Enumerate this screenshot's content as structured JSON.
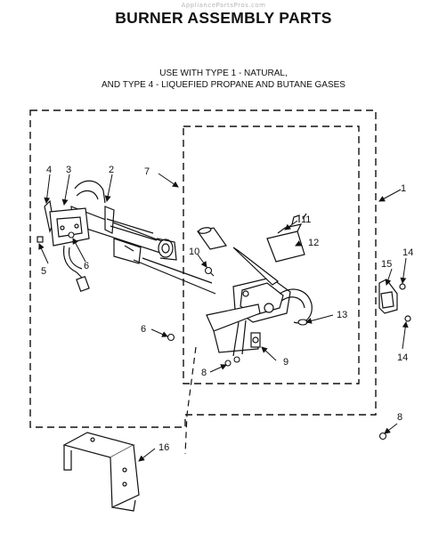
{
  "watermark": "AppliancePartsPros.com",
  "title": "BURNER ASSEMBLY PARTS",
  "subtitle": {
    "line1": "USE WITH TYPE 1 - NATURAL,",
    "line2": "AND TYPE 4 - LIQUEFIED PROPANE AND BUTANE GASES"
  },
  "callouts": {
    "c1": "1",
    "c2": "2",
    "c3": "3",
    "c4": "4",
    "c5": "5",
    "c6a": "6",
    "c6b": "6",
    "c7": "7",
    "c8a": "8",
    "c8b": "8",
    "c9": "9",
    "c10": "10",
    "c11": "11",
    "c12": "12",
    "c13": "13",
    "c14a": "14",
    "c14b": "14",
    "c15": "15",
    "c16": "16"
  }
}
